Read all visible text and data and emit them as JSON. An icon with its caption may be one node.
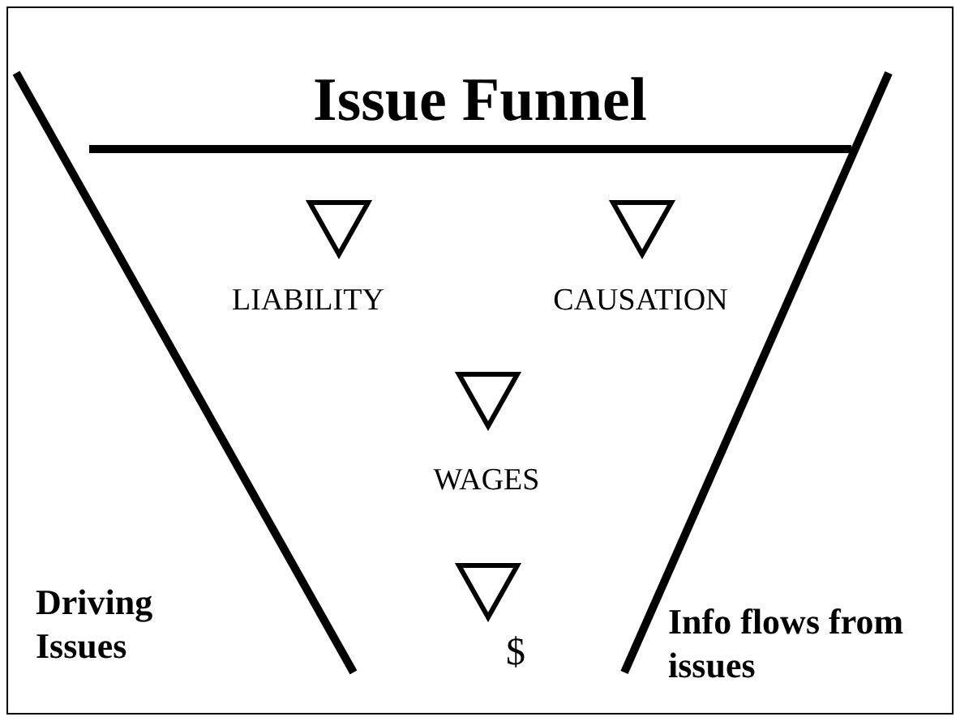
{
  "diagram": {
    "title": "Issue Funnel",
    "nodes": [
      {
        "text": [],
        "shape": "triangle",
        "beside": [
          "LIABILITY"
        ]
      },
      {
        "text": [],
        "shape": "triangle",
        "beside": [
          "CAUSATION"
        ]
      },
      {
        "text": [],
        "shape": "triangle",
        "beside": [
          "WAGES"
        ]
      },
      {
        "text": [],
        "shape": "triangle",
        "beside": [
          "$"
        ]
      }
    ],
    "labels": [
      "Driving Issues",
      "Info flows from issues"
    ]
  }
}
